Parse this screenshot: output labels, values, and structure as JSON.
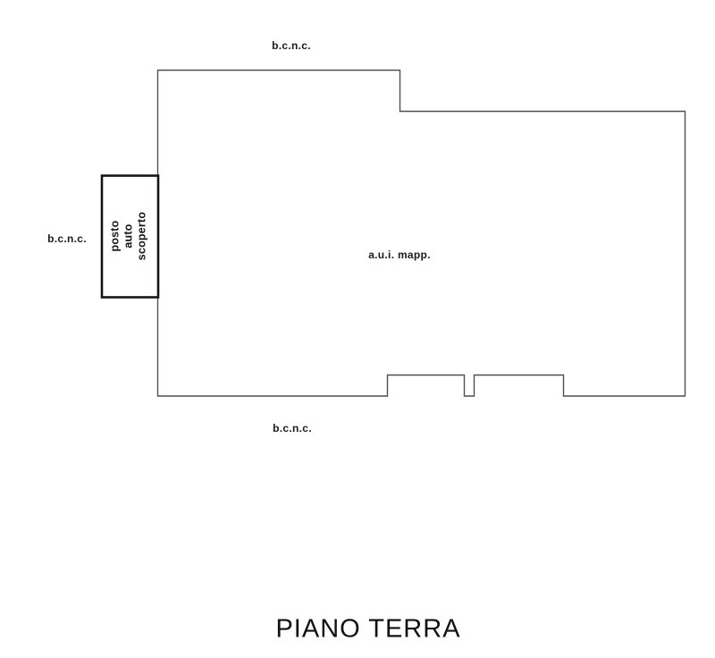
{
  "title": "PIANO TERRA",
  "plan": {
    "labels": {
      "bcnc_top": "b.c.n.c.",
      "bcnc_left": "b.c.n.c.",
      "bcnc_bottom": "b.c.n.c.",
      "unit": "a.u.i. mapp.",
      "parking": [
        "posto",
        "auto",
        "scoperto"
      ]
    },
    "colors": {
      "outline": "#4f4f4f",
      "parking_border": "#161616",
      "text": "#1c1c1c"
    }
  }
}
